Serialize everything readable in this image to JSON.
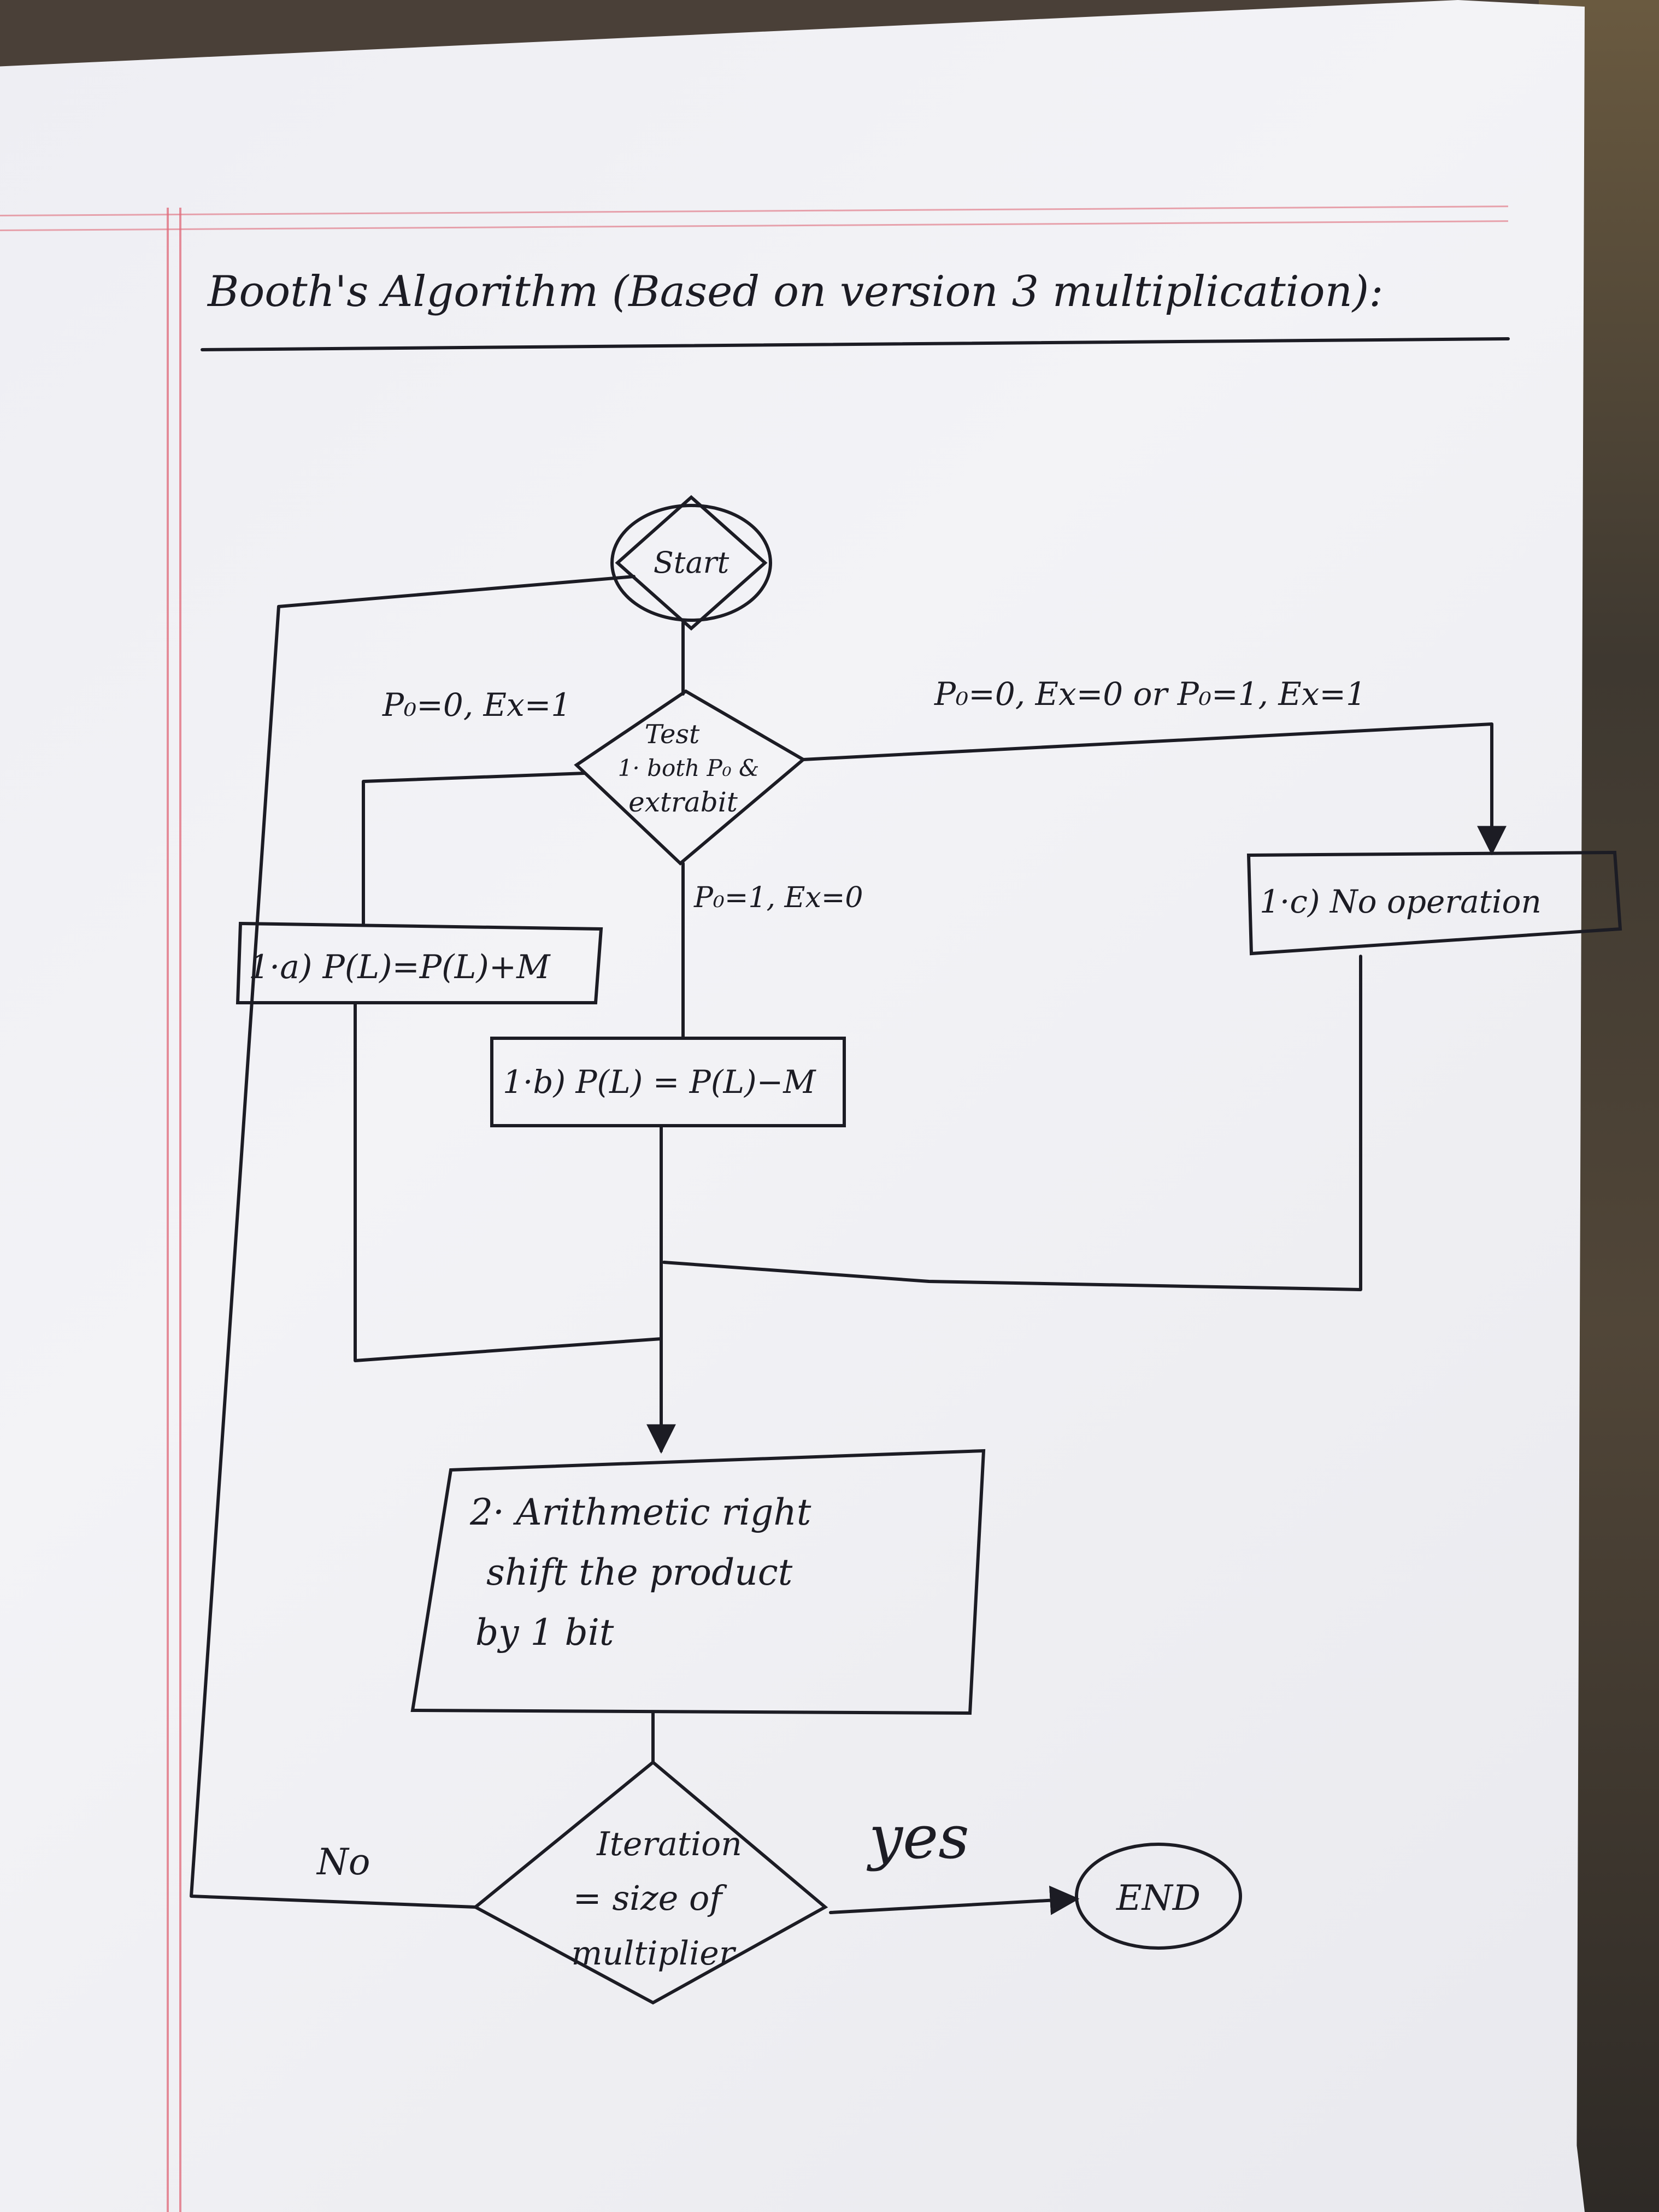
{
  "title": "Booth's Algorithm (Based on version 3 multiplication):",
  "nodes": {
    "start": "Start",
    "test": [
      "Test",
      "1· both P₀ &",
      "extrabit"
    ],
    "op_1a": "1·a) P(L)=P(L)+M",
    "op_1b": "1·b) P(L) = P(L)−M",
    "op_1c": "1·c) No operation",
    "shift": [
      "2· Arithmetic right",
      "shift the product",
      "by 1 bit"
    ],
    "iteration": [
      "Iteration",
      "= size of",
      "multiplier"
    ],
    "end": "END"
  },
  "edges": {
    "cond_1a": "P₀=0, Ex=1",
    "cond_1b": "P₀=1, Ex=0",
    "cond_1c": "P₀=0, Ex=0 or P₀=1, Ex=1",
    "no": "No",
    "yes": "yes"
  }
}
